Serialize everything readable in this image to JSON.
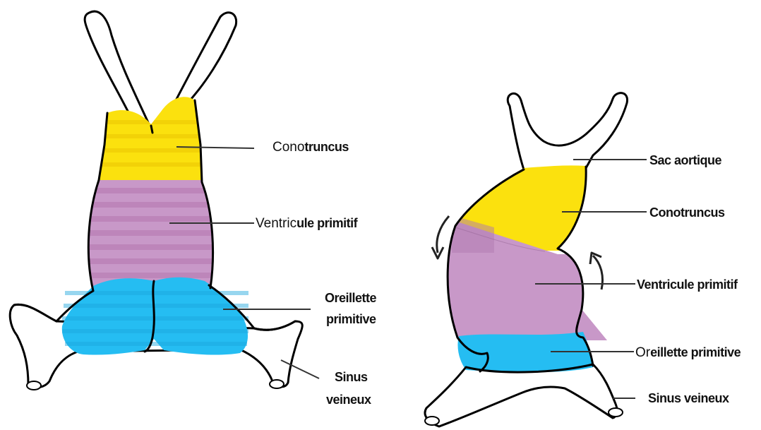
{
  "colors": {
    "conotruncus": "#fbe10e",
    "ventricle": "#c898c8",
    "atrium": "#25bdf2",
    "sinus": "#27e01a",
    "vessel": "#ffffff",
    "outline": "#000000"
  },
  "left_diagram": {
    "conotruncus_label": {
      "regular": "Cono",
      "bold": "truncus"
    },
    "ventricle_label": {
      "regular": "Ventric",
      "bold": "ule primitif"
    },
    "atrium_label": {
      "line1": "Oreillette",
      "line2": "primitive"
    },
    "sinus_label": {
      "line1": "Sinus",
      "line2": "veineux"
    }
  },
  "right_diagram": {
    "aortic_sac_label": "Sac aortique",
    "conotruncus_label": "Conotruncus",
    "ventricle_label": "Ventricule primitif",
    "atrium_label": {
      "regular": "Or",
      "bold": "eillette primitive"
    },
    "sinus_label": "Sinus veineux"
  }
}
